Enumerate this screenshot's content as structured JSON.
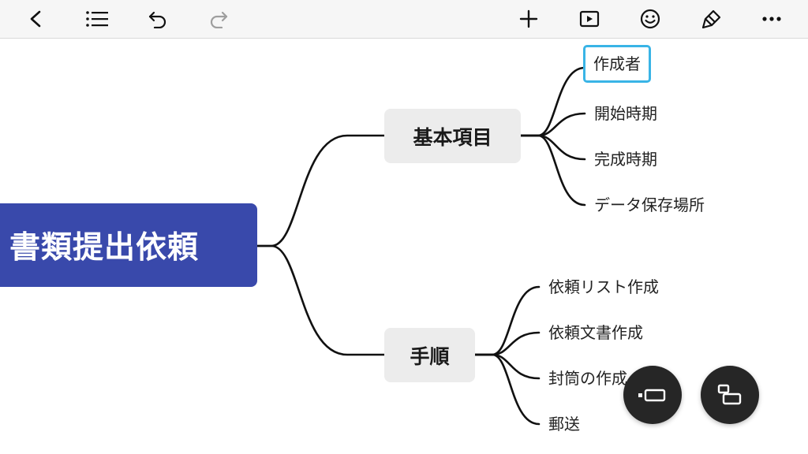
{
  "toolbar": {
    "icons": [
      "back-icon",
      "outline-list-icon",
      "undo-icon",
      "redo-icon",
      "add-icon",
      "present-icon",
      "emoji-icon",
      "style-brush-icon",
      "more-icon"
    ]
  },
  "mindmap": {
    "root": "書類提出依頼",
    "branches": [
      {
        "label": "基本項目",
        "children": [
          "作成者",
          "開始時期",
          "完成時期",
          "データ保存場所"
        ]
      },
      {
        "label": "手順",
        "children": [
          "依頼リスト作成",
          "依頼文書作成",
          "封筒の作成",
          "郵送"
        ]
      }
    ],
    "selected": "作成者"
  },
  "colors": {
    "root_bg": "#3949ab",
    "branch_bg": "#ececec",
    "selection": "#39b4e6",
    "fab_bg": "#262626"
  },
  "fabs": [
    "add-sibling-icon",
    "add-child-icon"
  ]
}
